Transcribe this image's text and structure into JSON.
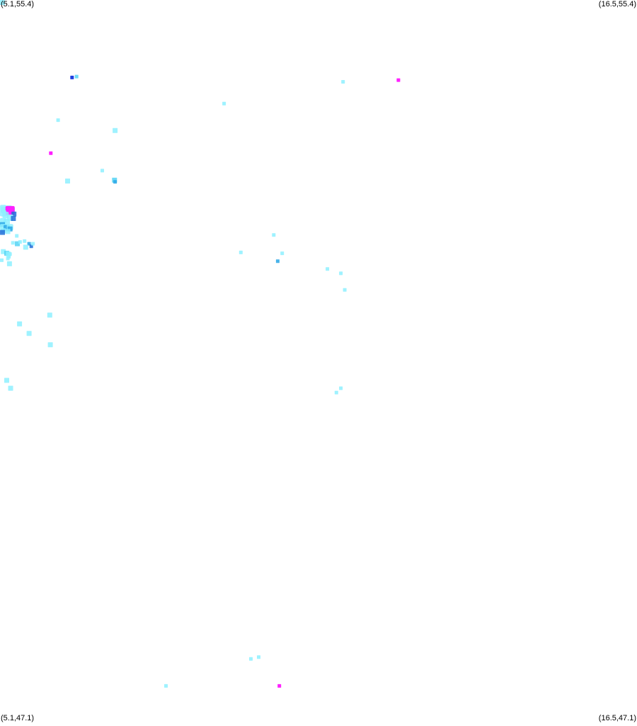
{
  "corners": {
    "top_left": "(5.1,55.4)",
    "top_right": "(16.5,55.4)",
    "bottom_left": "(5.1,47.1)",
    "bottom_right": "(16.5,47.1)"
  },
  "bounds": {
    "lon_min": 5.1,
    "lon_max": 16.5,
    "lat_min": 47.1,
    "lat_max": 55.4
  },
  "colors": {
    "background": "#ffffff",
    "light_cyan": "#8ef0ff",
    "cyan": "#55d4f5",
    "medium_blue": "#2aa7e6",
    "blue": "#1f6fd8",
    "dark_blue": "#1f3fe0",
    "magenta": "#ff1fff"
  },
  "chart_data": {
    "type": "scatter",
    "xlabel": "",
    "ylabel": "",
    "xlim": [
      5.1,
      16.5
    ],
    "ylim": [
      47.1,
      55.4
    ],
    "points": [
      {
        "lon": 5.13,
        "lat": 55.4,
        "c": "light_cyan",
        "s": 2
      },
      {
        "lon": 6.39,
        "lat": 54.51,
        "c": "dark_blue",
        "s": 1
      },
      {
        "lon": 6.47,
        "lat": 54.52,
        "c": "cyan",
        "s": 1
      },
      {
        "lon": 11.24,
        "lat": 54.46,
        "c": "light_cyan",
        "s": 1
      },
      {
        "lon": 12.23,
        "lat": 54.48,
        "c": "magenta",
        "s": 1
      },
      {
        "lon": 9.11,
        "lat": 54.21,
        "c": "light_cyan",
        "s": 1
      },
      {
        "lon": 6.14,
        "lat": 54.02,
        "c": "light_cyan",
        "s": 1
      },
      {
        "lon": 7.16,
        "lat": 53.9,
        "c": "light_cyan",
        "s": 2
      },
      {
        "lon": 6.01,
        "lat": 53.64,
        "c": "magenta",
        "s": 1
      },
      {
        "lon": 6.93,
        "lat": 53.44,
        "c": "light_cyan",
        "s": 1
      },
      {
        "lon": 6.31,
        "lat": 53.32,
        "c": "light_cyan",
        "s": 2
      },
      {
        "lon": 7.15,
        "lat": 53.33,
        "c": "cyan",
        "s": 2
      },
      {
        "lon": 7.16,
        "lat": 53.31,
        "c": "medium_blue",
        "s": 1
      },
      {
        "lon": 5.12,
        "lat": 53.01,
        "c": "light_cyan",
        "s": 3
      },
      {
        "lon": 5.17,
        "lat": 52.99,
        "c": "light_cyan",
        "s": 3
      },
      {
        "lon": 5.26,
        "lat": 53.0,
        "c": "cyan",
        "s": 3
      },
      {
        "lon": 5.32,
        "lat": 52.99,
        "c": "cyan",
        "s": 2
      },
      {
        "lon": 5.28,
        "lat": 52.98,
        "c": "magenta",
        "s": 4
      },
      {
        "lon": 5.13,
        "lat": 52.95,
        "c": "light_cyan",
        "s": 3
      },
      {
        "lon": 5.2,
        "lat": 52.93,
        "c": "light_cyan",
        "s": 3
      },
      {
        "lon": 5.35,
        "lat": 52.94,
        "c": "blue",
        "s": 2
      },
      {
        "lon": 5.28,
        "lat": 52.9,
        "c": "light_cyan",
        "s": 3
      },
      {
        "lon": 5.34,
        "lat": 52.89,
        "c": "blue",
        "s": 2
      },
      {
        "lon": 5.13,
        "lat": 52.86,
        "c": "light_cyan",
        "s": 3
      },
      {
        "lon": 5.22,
        "lat": 52.85,
        "c": "light_cyan",
        "s": 3
      },
      {
        "lon": 5.12,
        "lat": 52.82,
        "c": "medium_blue",
        "s": 2
      },
      {
        "lon": 5.14,
        "lat": 52.79,
        "c": "light_cyan",
        "s": 3
      },
      {
        "lon": 5.22,
        "lat": 52.78,
        "c": "medium_blue",
        "s": 3
      },
      {
        "lon": 5.28,
        "lat": 52.79,
        "c": "light_cyan",
        "s": 3
      },
      {
        "lon": 5.28,
        "lat": 52.77,
        "c": "medium_blue",
        "s": 2
      },
      {
        "lon": 5.16,
        "lat": 52.75,
        "c": "light_cyan",
        "s": 2
      },
      {
        "lon": 5.24,
        "lat": 52.74,
        "c": "light_cyan",
        "s": 2
      },
      {
        "lon": 5.12,
        "lat": 52.73,
        "c": "blue",
        "s": 2
      },
      {
        "lon": 5.4,
        "lat": 52.69,
        "c": "light_cyan",
        "s": 1
      },
      {
        "lon": 5.33,
        "lat": 52.61,
        "c": "light_cyan",
        "s": 1
      },
      {
        "lon": 5.41,
        "lat": 52.6,
        "c": "cyan",
        "s": 2
      },
      {
        "lon": 5.46,
        "lat": 52.62,
        "c": "light_cyan",
        "s": 1
      },
      {
        "lon": 5.54,
        "lat": 52.63,
        "c": "light_cyan",
        "s": 1
      },
      {
        "lon": 5.62,
        "lat": 52.6,
        "c": "medium_blue",
        "s": 1
      },
      {
        "lon": 5.66,
        "lat": 52.57,
        "c": "blue",
        "s": 1
      },
      {
        "lon": 5.56,
        "lat": 52.56,
        "c": "light_cyan",
        "s": 2
      },
      {
        "lon": 5.69,
        "lat": 52.6,
        "c": "light_cyan",
        "s": 1
      },
      {
        "lon": 5.16,
        "lat": 52.51,
        "c": "light_cyan",
        "s": 2
      },
      {
        "lon": 5.22,
        "lat": 52.49,
        "c": "cyan",
        "s": 2
      },
      {
        "lon": 5.25,
        "lat": 52.48,
        "c": "light_cyan",
        "s": 2
      },
      {
        "lon": 5.28,
        "lat": 52.48,
        "c": "light_cyan",
        "s": 1
      },
      {
        "lon": 5.26,
        "lat": 52.45,
        "c": "light_cyan",
        "s": 1
      },
      {
        "lon": 5.12,
        "lat": 52.41,
        "c": "light_cyan",
        "s": 1
      },
      {
        "lon": 5.24,
        "lat": 52.43,
        "c": "light_cyan",
        "s": 1
      },
      {
        "lon": 5.27,
        "lat": 52.37,
        "c": "light_cyan",
        "s": 2
      },
      {
        "lon": 10.0,
        "lat": 52.7,
        "c": "light_cyan",
        "s": 1
      },
      {
        "lon": 9.41,
        "lat": 52.5,
        "c": "light_cyan",
        "s": 1
      },
      {
        "lon": 10.15,
        "lat": 52.49,
        "c": "light_cyan",
        "s": 1
      },
      {
        "lon": 10.07,
        "lat": 52.4,
        "c": "medium_blue",
        "s": 1
      },
      {
        "lon": 10.96,
        "lat": 52.31,
        "c": "light_cyan",
        "s": 1
      },
      {
        "lon": 11.2,
        "lat": 52.26,
        "c": "light_cyan",
        "s": 1
      },
      {
        "lon": 11.27,
        "lat": 52.07,
        "c": "light_cyan",
        "s": 1
      },
      {
        "lon": 5.99,
        "lat": 51.78,
        "c": "light_cyan",
        "s": 2
      },
      {
        "lon": 5.45,
        "lat": 51.68,
        "c": "light_cyan",
        "s": 2
      },
      {
        "lon": 5.62,
        "lat": 51.57,
        "c": "light_cyan",
        "s": 2
      },
      {
        "lon": 6.0,
        "lat": 51.44,
        "c": "light_cyan",
        "s": 2
      },
      {
        "lon": 5.22,
        "lat": 51.03,
        "c": "light_cyan",
        "s": 2
      },
      {
        "lon": 5.29,
        "lat": 50.94,
        "c": "light_cyan",
        "s": 2
      },
      {
        "lon": 11.2,
        "lat": 50.94,
        "c": "light_cyan",
        "s": 1
      },
      {
        "lon": 11.12,
        "lat": 50.89,
        "c": "light_cyan",
        "s": 1
      },
      {
        "lon": 9.73,
        "lat": 47.85,
        "c": "light_cyan",
        "s": 1
      },
      {
        "lon": 9.59,
        "lat": 47.83,
        "c": "light_cyan",
        "s": 1
      },
      {
        "lon": 8.07,
        "lat": 47.52,
        "c": "light_cyan",
        "s": 1
      },
      {
        "lon": 10.1,
        "lat": 47.52,
        "c": "magenta",
        "s": 1
      }
    ]
  }
}
